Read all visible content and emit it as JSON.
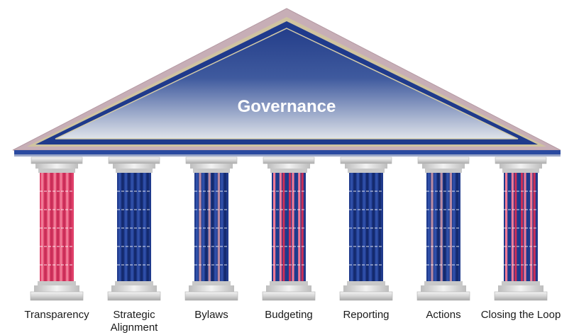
{
  "roof": {
    "title": "Governance"
  },
  "colors": {
    "navy": "#1f3a8c",
    "navy_dark": "#142a6e",
    "pink": "#e0406a",
    "pink_light": "#f07a96",
    "stone": "#d9d9d9",
    "roof_edge": "#c9b0b8"
  },
  "pillars": [
    {
      "label": "Transparency",
      "label_line2": "",
      "style": "pink"
    },
    {
      "label": "Strategic",
      "label_line2": "Alignment",
      "style": "navy"
    },
    {
      "label": "Bylaws",
      "label_line2": "",
      "style": "navy-mix"
    },
    {
      "label": "Budgeting",
      "label_line2": "",
      "style": "pink-mix"
    },
    {
      "label": "Reporting",
      "label_line2": "",
      "style": "navy"
    },
    {
      "label": "Actions",
      "label_line2": "",
      "style": "navy-mix"
    },
    {
      "label": "Closing the Loop",
      "label_line2": "",
      "style": "pink-mix"
    }
  ]
}
